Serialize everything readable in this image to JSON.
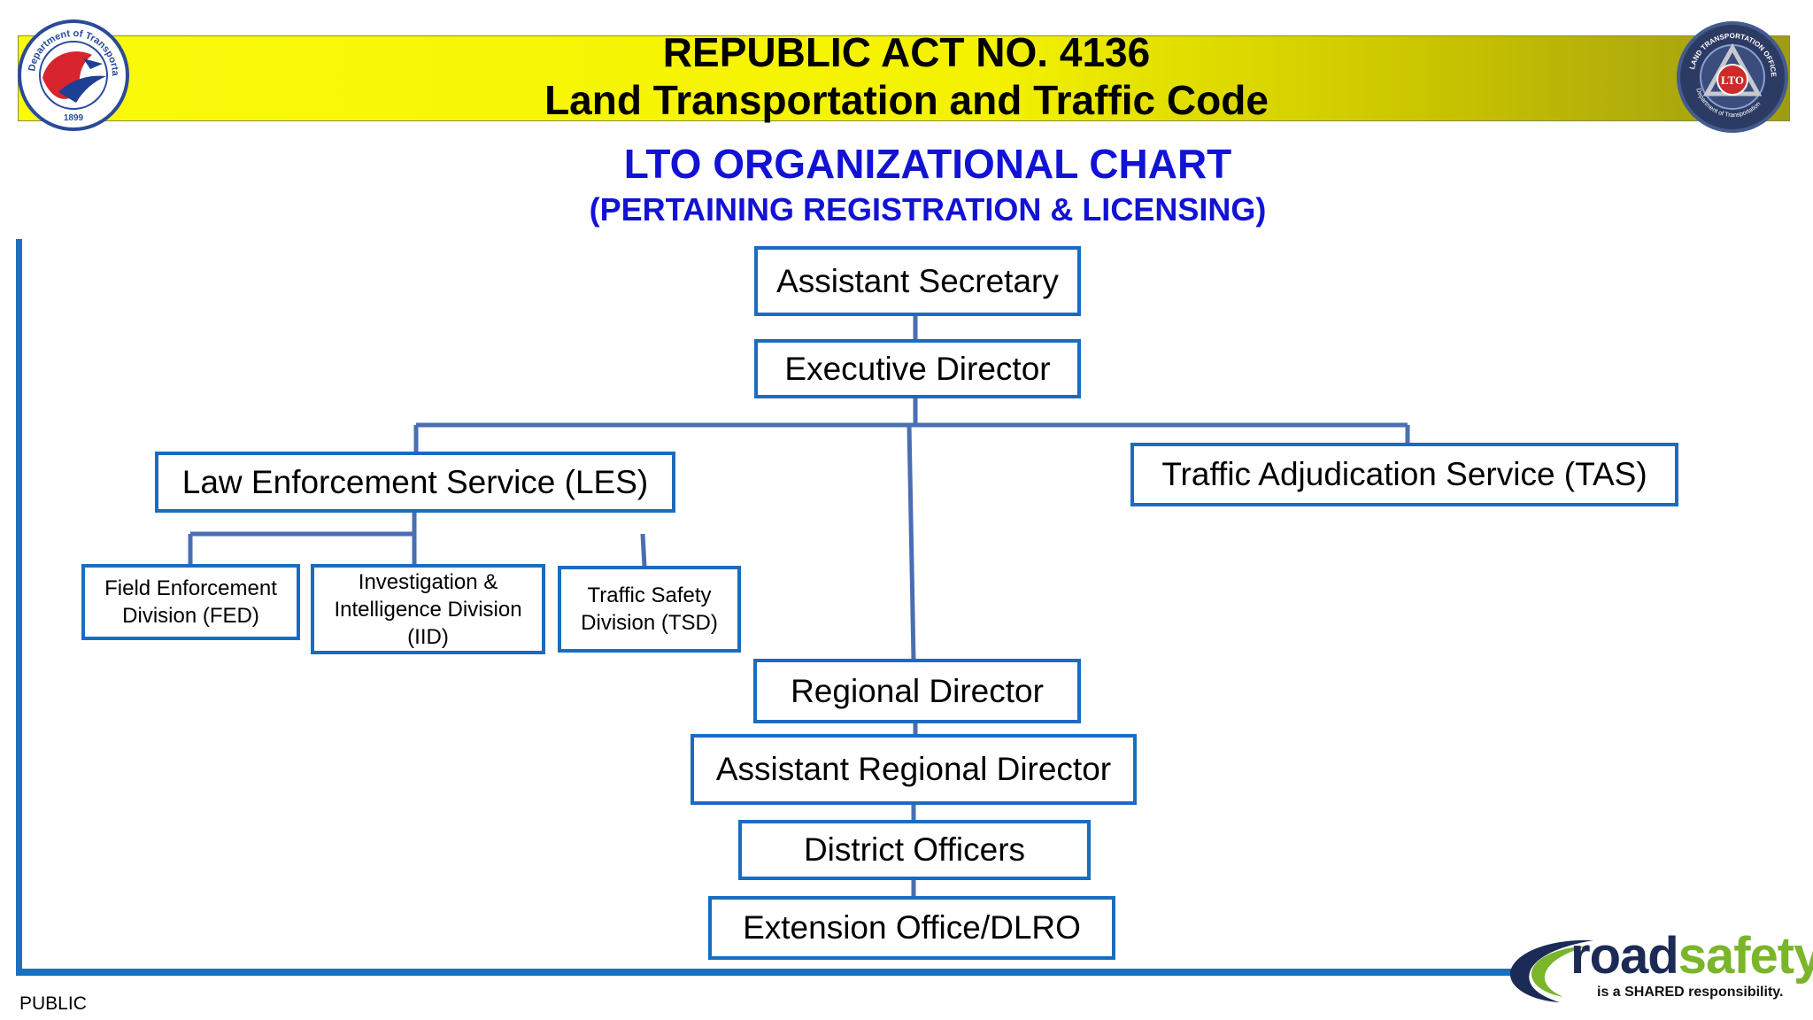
{
  "header": {
    "line1": "REPUBLIC ACT NO. 4136",
    "line2": "Land Transportation and Traffic Code",
    "left_logo": {
      "icon": "dotr-seal-icon",
      "ring_text": "Department of Transportation",
      "year": "1899"
    },
    "right_logo": {
      "icon": "lto-seal-icon",
      "ring_text": "LAND TRANSPORTATION OFFICE",
      "center": "LTO",
      "bottom_text": "Department of Transportation"
    }
  },
  "title": {
    "line1": "LTO ORGANIZATIONAL CHART",
    "line2": "(PERTAINING REGISTRATION & LICENSING)"
  },
  "org": {
    "assistant_secretary": "Assistant Secretary",
    "executive_director": "Executive Director",
    "les": "Law Enforcement Service (LES)",
    "tas": "Traffic Adjudication Service (TAS)",
    "fed": [
      "Field Enforcement",
      "Division (FED)"
    ],
    "iid": [
      "Investigation &",
      "Intelligence Division",
      "(IID)"
    ],
    "tsd": [
      "Traffic Safety",
      "Division (TSD)"
    ],
    "regional_director": "Regional Director",
    "assistant_regional_director": "Assistant Regional Director",
    "district_officers": "District Officers",
    "extension_office": "Extension Office/DLRO"
  },
  "footer": {
    "classification": "PUBLIC",
    "logo_word1": "road",
    "logo_word2": "safety",
    "logo_tagline": "is a SHARED responsibility."
  },
  "colors": {
    "banner_yellow": "#f4f200",
    "title_blue": "#1212d6",
    "box_border": "#1a6cc0",
    "connector": "#4a6eb4",
    "road_navy": "#1c2a56",
    "safety_green": "#7ab52a"
  }
}
